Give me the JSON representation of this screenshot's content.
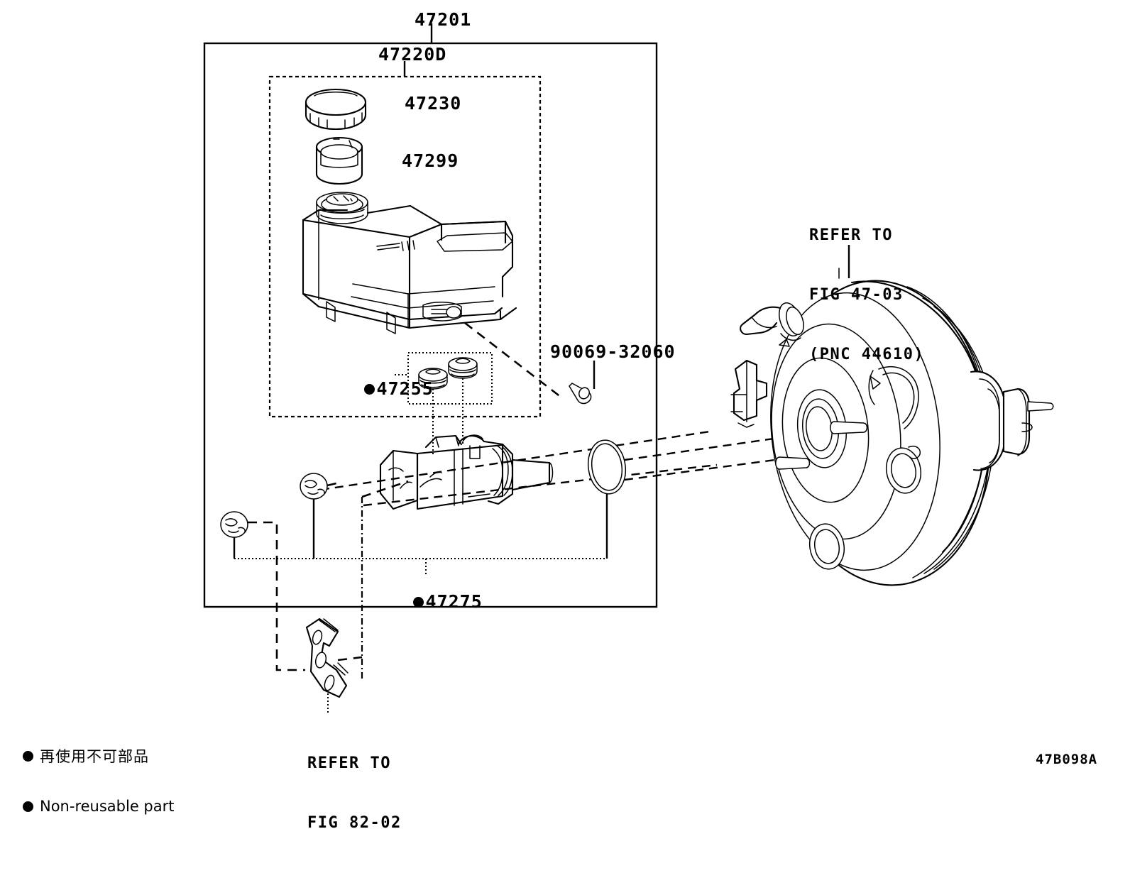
{
  "diagram": {
    "title_part": "47201",
    "sub_assembly_part": "47220D",
    "figure_code": "47B098A",
    "labels": {
      "cap": "47230",
      "strainer": "47299",
      "grommets": "47255",
      "pin": "90069-32060",
      "oring_set": "47275",
      "cap_leader": "47230",
      "strainer_leader": "47299"
    },
    "refs": {
      "booster": "REFER TO\nFIG 47-03\n(PNC 44610)",
      "booster_line1": "REFER TO",
      "booster_line2": "FIG 47-03",
      "booster_line3": "(PNC 44610)",
      "bracket_line1": "REFER TO",
      "bracket_line2": "FIG 82-02"
    },
    "legend": {
      "japanese": "再使用不可部品",
      "english": "Non-reusable part",
      "marker": "filled-circle"
    },
    "colors": {
      "line": "#000000",
      "background": "#ffffff"
    },
    "parts_list": [
      {
        "number": "47201",
        "role": "master cylinder assembly frame"
      },
      {
        "number": "47220D",
        "role": "reservoir sub-assembly frame"
      },
      {
        "number": "47230",
        "role": "reservoir cap"
      },
      {
        "number": "47299",
        "role": "reservoir strainer"
      },
      {
        "number": "47255",
        "role": "reservoir grommet",
        "non_reusable": true
      },
      {
        "number": "90069-32060",
        "role": "pin"
      },
      {
        "number": "47275",
        "role": "o-ring / seal kit",
        "non_reusable": true
      }
    ]
  }
}
